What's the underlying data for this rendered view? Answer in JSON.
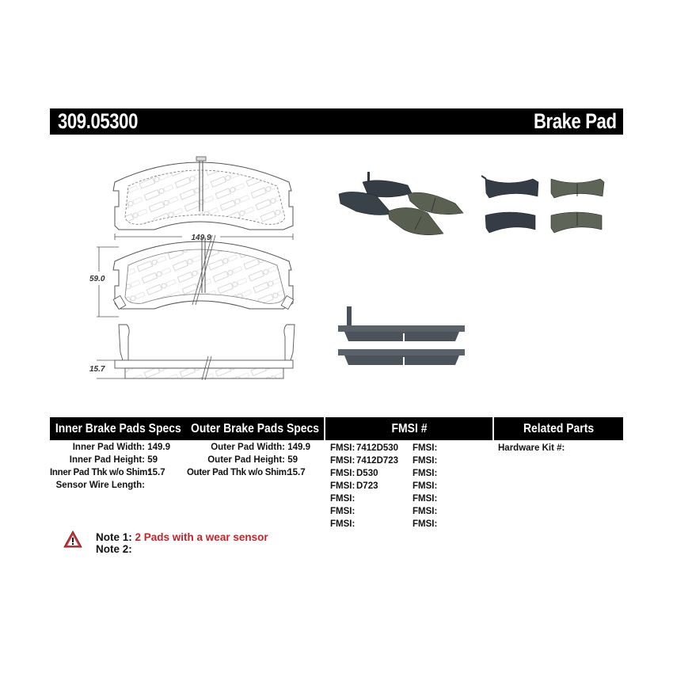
{
  "header": {
    "part_number": "309.05300",
    "category": "Brake Pad"
  },
  "drawing": {
    "dim_width": "149.9",
    "dim_height": "59.0",
    "dim_thickness": "15.7",
    "watermark": "STOP TECH"
  },
  "sections": {
    "inner_title": "Inner Brake Pads Specs",
    "outer_title": "Outer Brake Pads Specs",
    "fmsi_title": "FMSI #",
    "related_title": "Related Parts"
  },
  "inner_specs": [
    {
      "label": "Inner Pad Width:",
      "value": "149.9"
    },
    {
      "label": "Inner Pad Height:",
      "value": "59"
    },
    {
      "label": "Inner Pad Thk w/o Shim:",
      "value": "15.7"
    },
    {
      "label": "Sensor Wire Length:",
      "value": ""
    }
  ],
  "outer_specs": [
    {
      "label": "Outer Pad Width:",
      "value": "149.9"
    },
    {
      "label": "Outer Pad Height:",
      "value": "59"
    },
    {
      "label": "Outer Pad Thk w/o Shim:",
      "value": "15.7"
    }
  ],
  "fmsi": {
    "col1": [
      {
        "label": "FMSI:",
        "value": "7412D530"
      },
      {
        "label": "FMSI:",
        "value": "7412D723"
      },
      {
        "label": "FMSI:",
        "value": "D530"
      },
      {
        "label": "FMSI:",
        "value": "D723"
      },
      {
        "label": "FMSI:",
        "value": ""
      },
      {
        "label": "FMSI:",
        "value": ""
      },
      {
        "label": "FMSI:",
        "value": ""
      }
    ],
    "col2": [
      {
        "label": "FMSI:",
        "value": ""
      },
      {
        "label": "FMSI:",
        "value": ""
      },
      {
        "label": "FMSI:",
        "value": ""
      },
      {
        "label": "FMSI:",
        "value": ""
      },
      {
        "label": "FMSI:",
        "value": ""
      },
      {
        "label": "FMSI:",
        "value": ""
      },
      {
        "label": "FMSI:",
        "value": ""
      }
    ]
  },
  "related": {
    "hardware_kit_label": "Hardware Kit #:",
    "hardware_kit_value": ""
  },
  "notes": {
    "icon": "warning-triangle-icon",
    "note1_label": "Note 1:",
    "note1_text": "2 Pads with a wear sensor",
    "note2_label": "Note 2:",
    "note2_text": ""
  },
  "colors": {
    "header_bg": "#000000",
    "note_red": "#c0262c",
    "pad_backing": "#3a4148",
    "pad_friction": "#5d6357"
  }
}
